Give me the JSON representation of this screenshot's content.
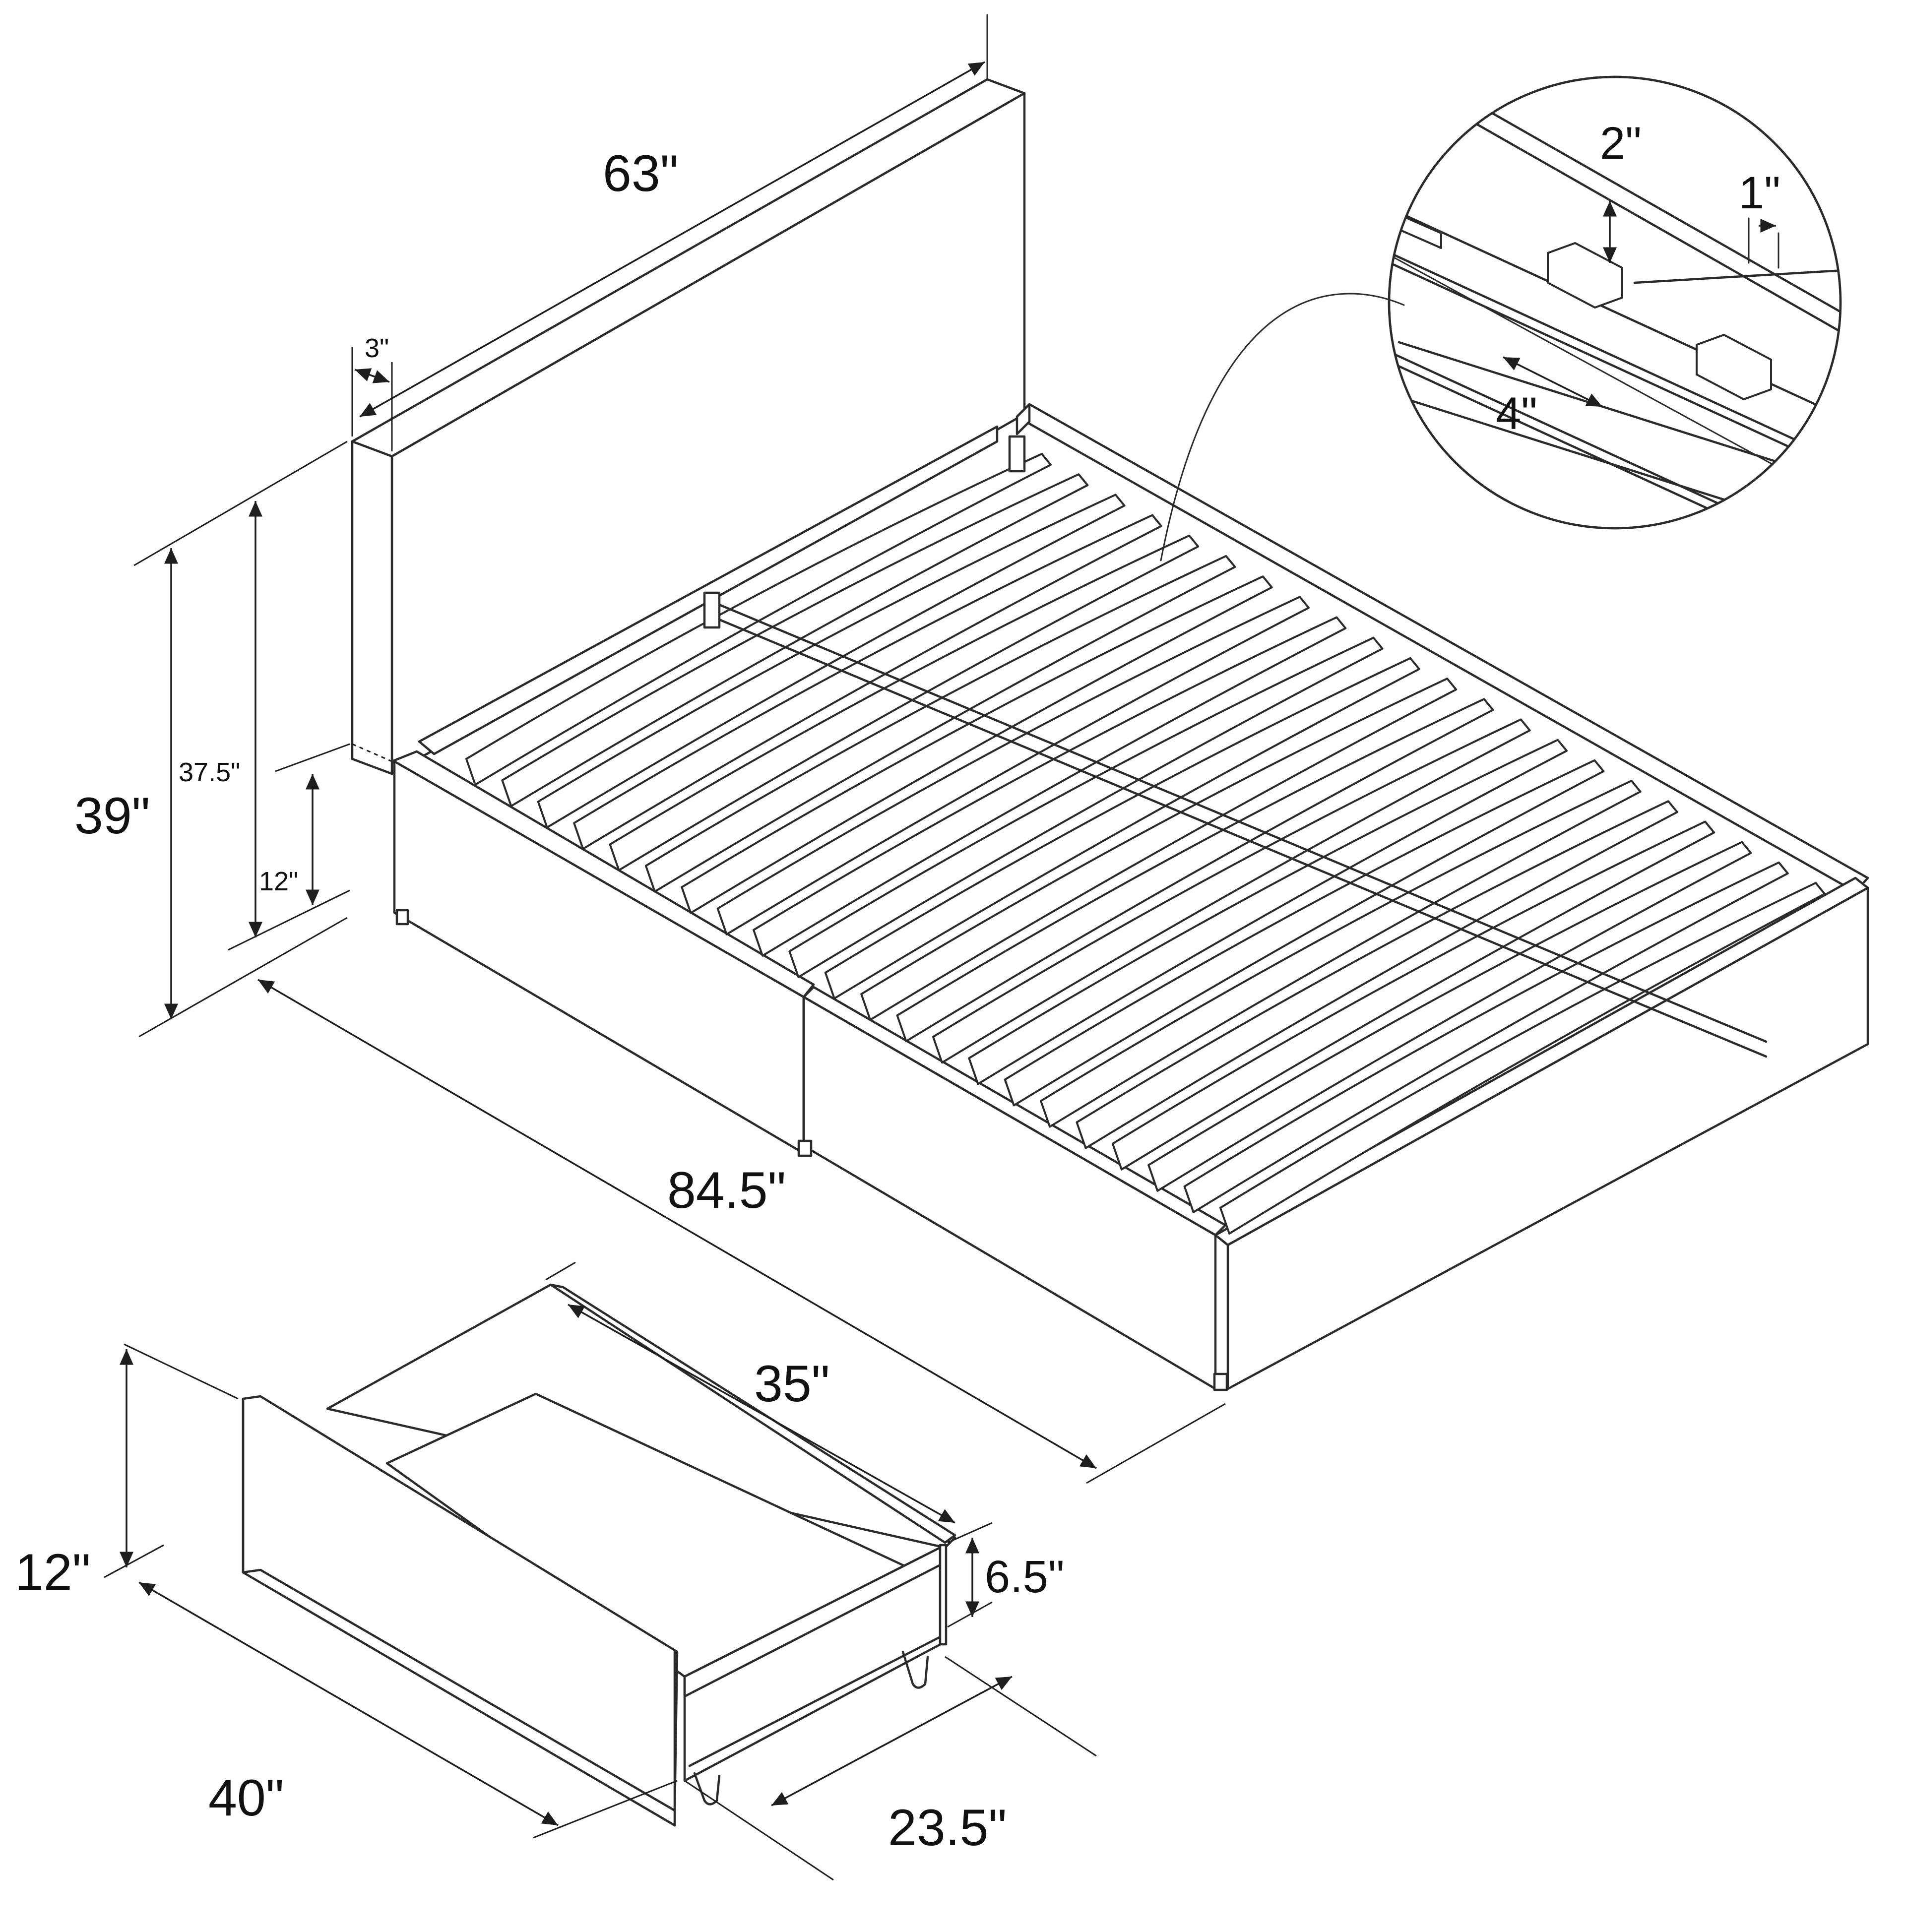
{
  "dimensions": {
    "headboard_width": "63\"",
    "headboard_thickness": "3\"",
    "total_height": "39\"",
    "headboard_height_inner": "37.5\"",
    "frame_clearance": "12\"",
    "bed_length": "84.5\"",
    "slat_gap": "2\"",
    "slat_thickness": "1\"",
    "slat_width": "4\"",
    "drawer_depth": "35\"",
    "drawer_height": "12\"",
    "drawer_front_width": "40\"",
    "drawer_box_height": "6.5\"",
    "drawer_box_width": "23.5\""
  },
  "colors": {
    "line": "#2b2b2b",
    "background": "#ffffff"
  }
}
